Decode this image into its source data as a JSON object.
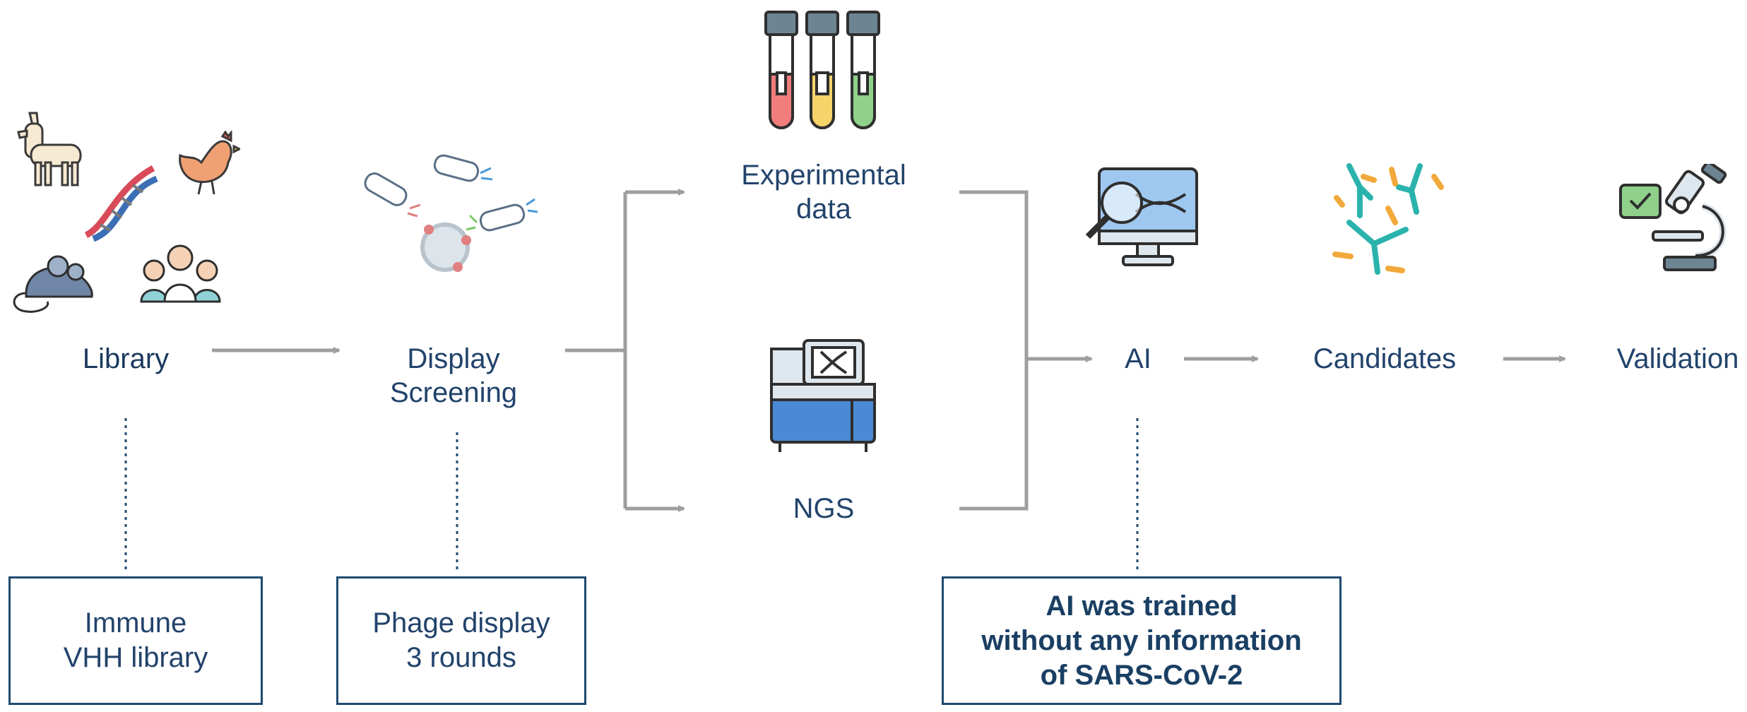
{
  "stages": {
    "library": {
      "lines": [
        "Library"
      ]
    },
    "display": {
      "lines": [
        "Display",
        "Screening"
      ]
    },
    "experimental": {
      "lines": [
        "Experimental",
        "data"
      ]
    },
    "ngs": {
      "lines": [
        "NGS"
      ]
    },
    "ai": {
      "lines": [
        "AI"
      ]
    },
    "candidates": {
      "lines": [
        "Candidates"
      ]
    },
    "validation": {
      "lines": [
        "Validation"
      ]
    }
  },
  "notes": {
    "library": {
      "lines": [
        "Immune",
        "VHH library"
      ]
    },
    "display": {
      "lines": [
        "Phage display",
        "3 rounds"
      ]
    },
    "ai": {
      "lines": [
        "AI was trained",
        "without any information",
        "of SARS-CoV-2"
      ]
    }
  },
  "icons": {
    "library": [
      "llama-icon",
      "dna-icon",
      "chicken-icon",
      "mouse-icon",
      "human-family-icon"
    ],
    "display": "phage-display-icon",
    "experimental": "test-tubes-icon",
    "ngs": "sequencer-machine-icon",
    "ai": "computer-dna-analysis-icon",
    "candidates": "antibodies-icon",
    "validation": "microscope-check-icon"
  },
  "colors": {
    "arrow": "#9e9e9e",
    "text": "#22436b",
    "box_border": "#1f4a70",
    "tube_red": "#f27d7d",
    "tube_yellow": "#f7d46a",
    "tube_green": "#8fd18a",
    "teal": "#2ab3ad",
    "orange": "#f2a93b",
    "blue": "#4a8ad4"
  }
}
